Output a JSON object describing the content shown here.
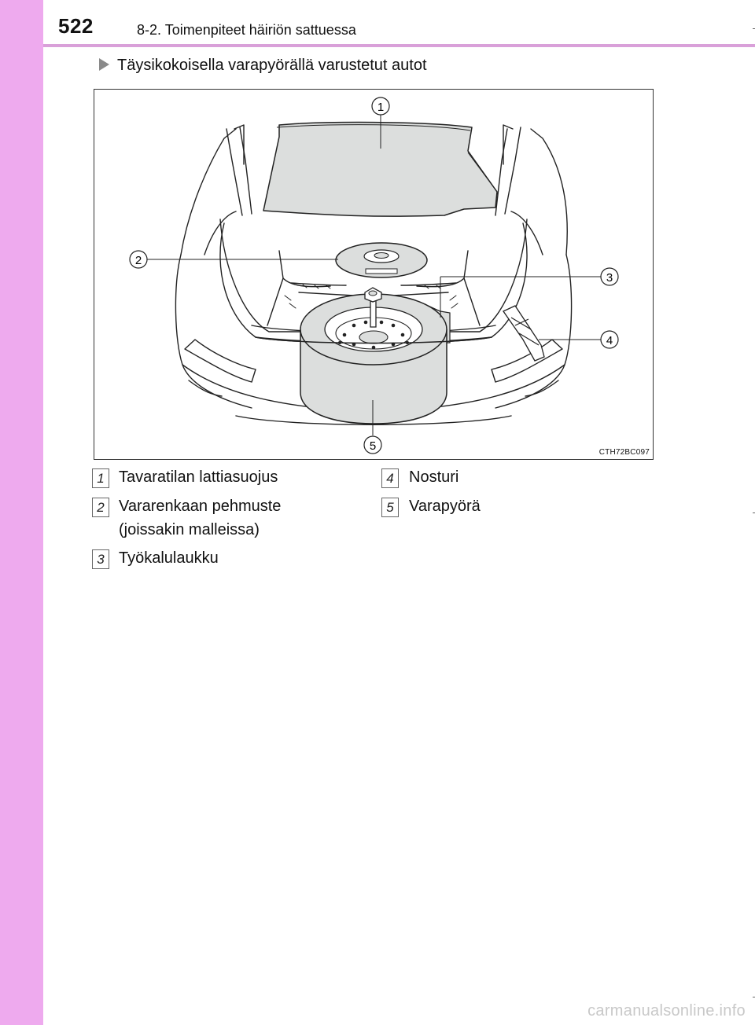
{
  "header": {
    "page_number": "522",
    "section_title": "8-2. Toimenpiteet häiriön sattuessa"
  },
  "section": {
    "heading": "Täysikokoisella varapyörällä varustetut autot"
  },
  "figure": {
    "code": "CTH72BC097",
    "callouts": [
      "1",
      "2",
      "3",
      "4",
      "5"
    ]
  },
  "legend": [
    {
      "number": "1",
      "text_lines": [
        "Tavaratilan lattiasuojus"
      ]
    },
    {
      "number": "2",
      "text_lines": [
        "Vararenkaan pehmuste",
        "(joissakin malleissa)"
      ]
    },
    {
      "number": "3",
      "text_lines": [
        "Työkalulaukku"
      ]
    },
    {
      "number": "4",
      "text_lines": [
        "Nosturi"
      ]
    },
    {
      "number": "5",
      "text_lines": [
        "Varapyörä"
      ]
    }
  ],
  "watermark": "carmanualsonline.info",
  "colors": {
    "sidebar": "#eeaaee",
    "header_rule": "#d9a0d9",
    "part_fill": "#dcdedd"
  }
}
